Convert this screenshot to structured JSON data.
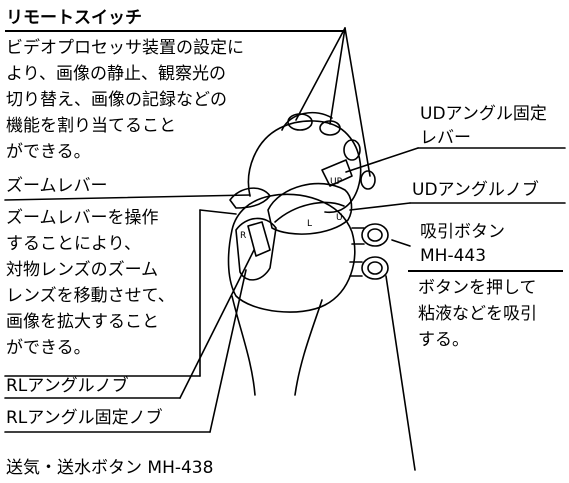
{
  "labels": {
    "remote_switch": {
      "title": "リモートスイッチ",
      "desc": [
        "ビデオプロセッサ装置の設定に",
        "より、画像の静止、観察光の",
        "切り替え、画像の記録などの",
        "機能を割り当てること",
        "ができる。"
      ]
    },
    "ud_lock_lever": [
      "UDアングル固定",
      "レバー"
    ],
    "ud_knob": "UDアングルノブ",
    "zoom_lever": {
      "title": "ズームレバー",
      "desc": [
        "ズームレバーを操作",
        "することにより、",
        "対物レンズのズーム",
        "レンズを移動させて、",
        "画像を拡大すること",
        "ができる。"
      ]
    },
    "suction_button": {
      "title": [
        "吸引ボタン",
        "MH-443"
      ],
      "desc": [
        "ボタンを押して",
        "粘液などを吸引",
        "する。"
      ]
    },
    "rl_knob": "RLアングルノブ",
    "rl_lock_knob": "RLアングル固定ノブ",
    "air_water_button": "送気・送水ボタン MH-438"
  },
  "device_marks": {
    "up_mark": "UP",
    "ud_mark": "U",
    "lr_mark": "L",
    "rl_mark": "R"
  }
}
